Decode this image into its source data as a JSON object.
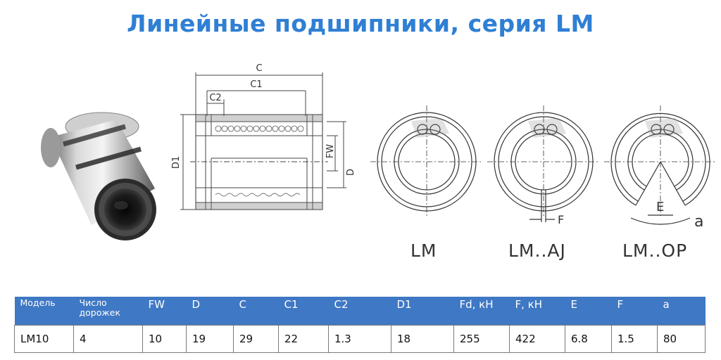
{
  "page_title": "Линейные подшипники, серия LM",
  "drawing_labels": {
    "c": "C",
    "c1": "C1",
    "c2": "C2",
    "d1": "D1",
    "fw": "FW",
    "d": "D"
  },
  "variants": [
    {
      "label": "LM"
    },
    {
      "label": "LM..AJ",
      "dim_label": "F"
    },
    {
      "label": "LM..OP",
      "dim_label": "E",
      "angle_label": "a"
    }
  ],
  "table": {
    "headers": [
      "Модель",
      "Число дорожек",
      "FW",
      "D",
      "C",
      "C1",
      "C2",
      "D1",
      "Fd, кН",
      "F, кН",
      "E",
      "F",
      "a"
    ],
    "rows": [
      [
        "LM10",
        "4",
        "10",
        "19",
        "29",
        "22",
        "1.3",
        "18",
        "255",
        "422",
        "6.8",
        "1.5",
        "80"
      ]
    ]
  },
  "colors": {
    "title": "#2f7fd4",
    "table_header_bg": "#3f78c4",
    "drawing_line": "#444444"
  }
}
